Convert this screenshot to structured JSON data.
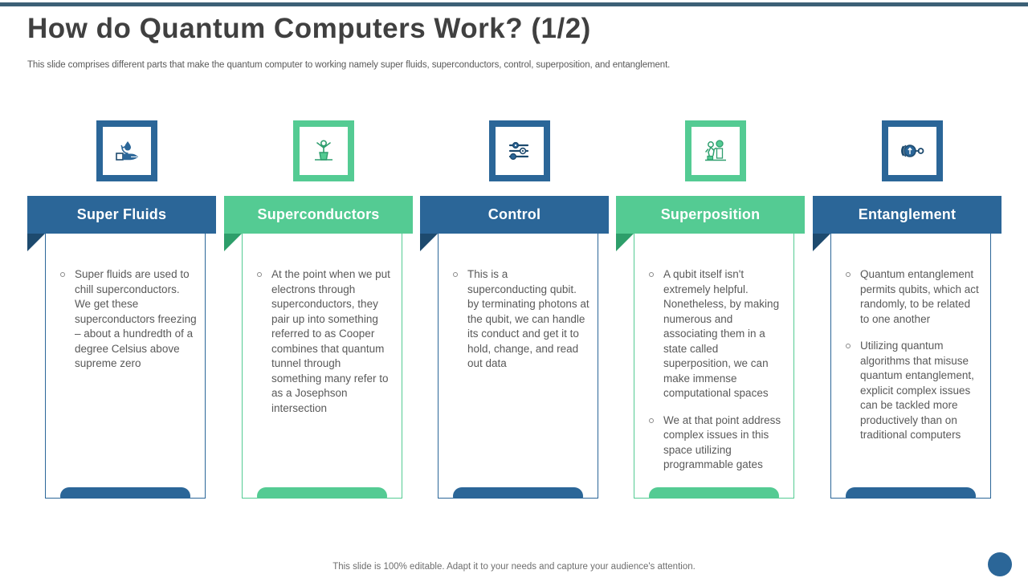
{
  "theme": {
    "accent_blue": "#2b6698",
    "accent_green": "#54cb93",
    "top_rule": "#3c6076",
    "text_gray": "#595959"
  },
  "header": {
    "title": "How do Quantum Computers Work? (1/2)",
    "subtitle": "This slide comprises different parts that make the quantum computer to working namely super fluids, superconductors, control, superposition, and entanglement."
  },
  "columns": [
    {
      "title": "Super Fluids",
      "color": "blue",
      "icon": "hand-water-drop-icon",
      "bullets": [
        "Super fluids are used to chill superconductors. We get these superconductors freezing – about a hundredth of a degree Celsius above supreme zero"
      ]
    },
    {
      "title": "Superconductors",
      "color": "green",
      "icon": "person-podium-icon",
      "bullets": [
        "At the point when we put electrons through superconductors, they pair up into something referred to as Cooper combines that quantum tunnel through something many refer to as a Josephson intersection"
      ]
    },
    {
      "title": "Control",
      "color": "blue",
      "icon": "sliders-settings-icon",
      "bullets": [
        "This is a superconducting qubit. by terminating photons at the qubit, we can handle its conduct and get it to hold, change, and read out data"
      ]
    },
    {
      "title": "Superposition",
      "color": "green",
      "icon": "people-group-icon",
      "bullets": [
        "A qubit itself isn't extremely helpful. Nonetheless, by making numerous and associating them in a state called superposition, we can make immense computational spaces",
        "We at that point address complex issues in this space utilizing programmable gates"
      ]
    },
    {
      "title": "Entanglement",
      "color": "blue",
      "icon": "atom-magnifier-icon",
      "bullets": [
        "Quantum entanglement permits qubits, which act randomly, to be related to one another",
        "Utilizing quantum algorithms that misuse quantum entanglement, explicit complex issues can be tackled more productively than on traditional computers"
      ]
    }
  ],
  "footer": {
    "note": "This slide is 100% editable. Adapt it to your needs and capture your audience's attention."
  }
}
